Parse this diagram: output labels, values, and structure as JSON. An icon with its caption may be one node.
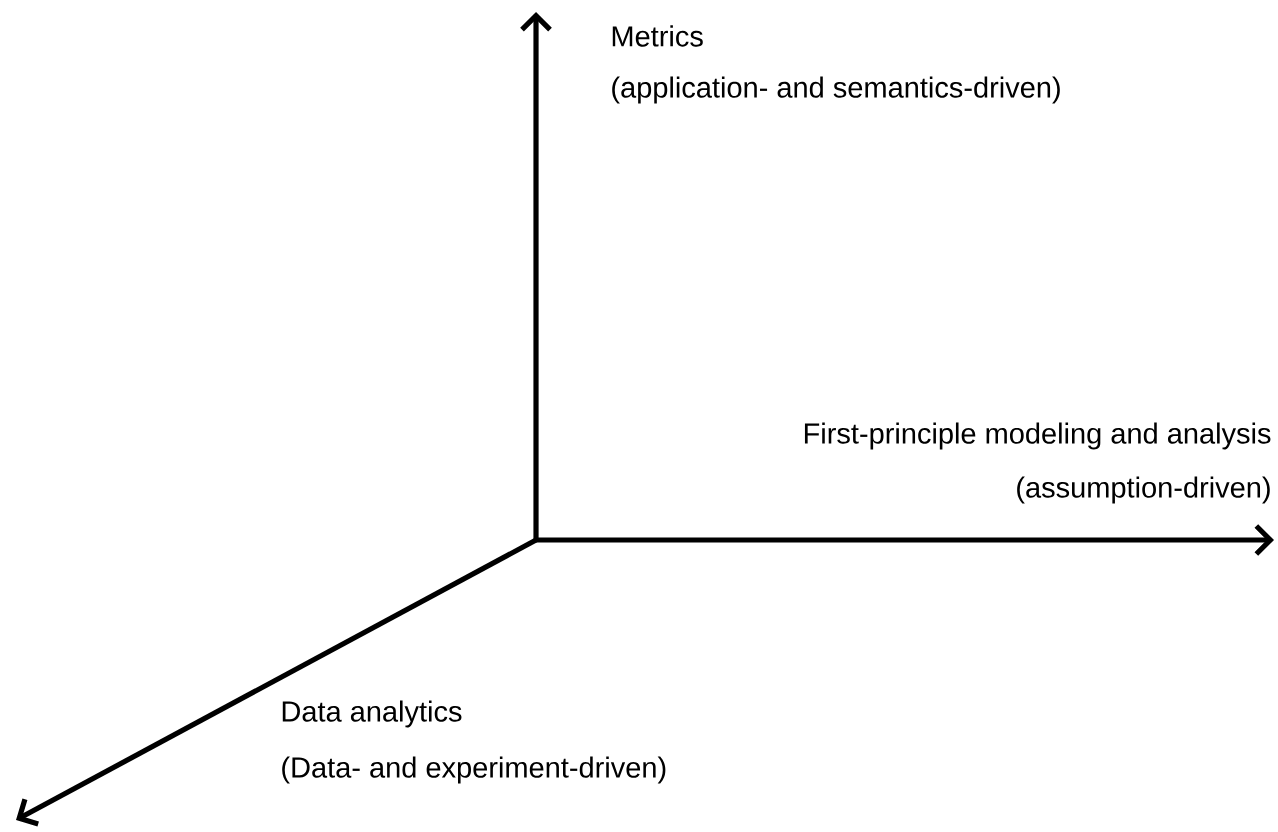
{
  "diagram": {
    "labels": [
      "Metrics",
      "(application- and semantics-driven)",
      "First-principle modeling and analysis",
      "(assumption-driven)",
      "Data analytics",
      "(Data- and experiment-driven)"
    ]
  }
}
